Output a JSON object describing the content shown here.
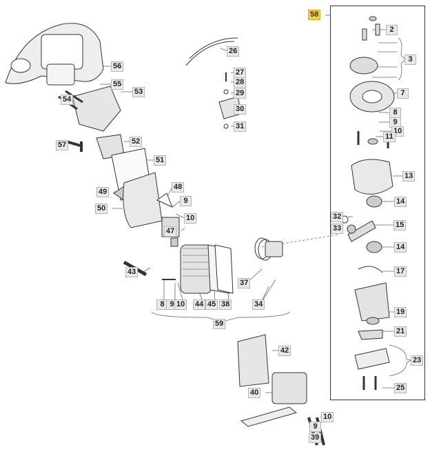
{
  "diagram": {
    "highlight_color": "#f5cf52",
    "callouts": [
      "58",
      "2",
      "3",
      "7",
      "8",
      "9",
      "10",
      "11",
      "13",
      "14",
      "15",
      "32",
      "33",
      "14",
      "17",
      "19",
      "21",
      "23",
      "25",
      "56",
      "55",
      "53",
      "54",
      "26",
      "27",
      "28",
      "29",
      "30",
      "31",
      "57",
      "52",
      "51",
      "49",
      "48",
      "9",
      "50",
      "10",
      "47",
      "43",
      "8",
      "9",
      "10",
      "44",
      "45",
      "38",
      "37",
      "34",
      "59",
      "42",
      "40",
      "10",
      "9",
      "39"
    ]
  }
}
